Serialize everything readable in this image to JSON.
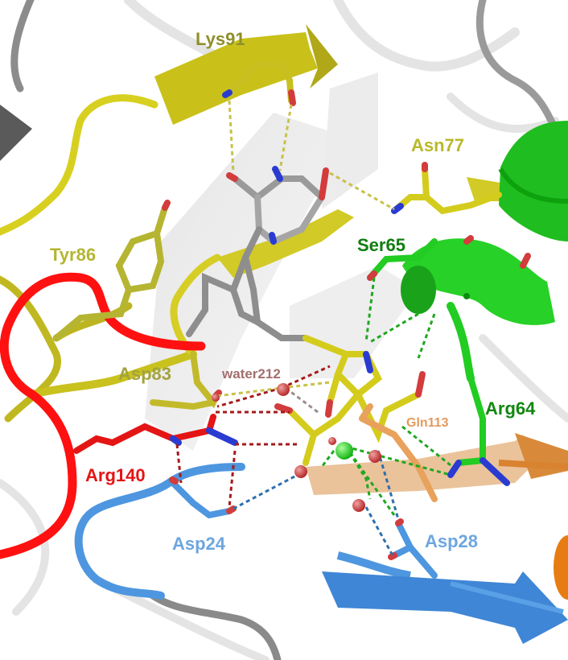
{
  "labels": {
    "lys91": "Lys91",
    "asn77": "Asn77",
    "tyr86": "Tyr86",
    "ser65": "Ser65",
    "asp83": "Asp83",
    "water212": "water212",
    "gln113": "Gln113",
    "arg64": "Arg64",
    "arg140": "Arg140",
    "asp24": "Asp24",
    "asp28": "Asp28"
  },
  "colors": {
    "lys91": "#8f8f2a",
    "asn77": "#b9b92c",
    "tyr86": "#b5b532",
    "ser65": "#0f7d0f",
    "asp83": "#a3a33f",
    "water212": "#a36f6f",
    "gln113": "#e39a5c",
    "arg64": "#118711",
    "arg140": "#e41515",
    "asp24": "#6ca6df",
    "asp28": "#6ca6df",
    "yellow_chain": "#d4cc1c",
    "green_chain": "#22cf22",
    "red_chain": "#ff1111",
    "blue_chain": "#4a8fd8",
    "orange_sheet": "#d99149",
    "grey_ligand": "#9a9a9a",
    "oxygen": "#d43b3b",
    "nitrogen": "#2a3bd1",
    "metal_ion": "#22dd22"
  }
}
